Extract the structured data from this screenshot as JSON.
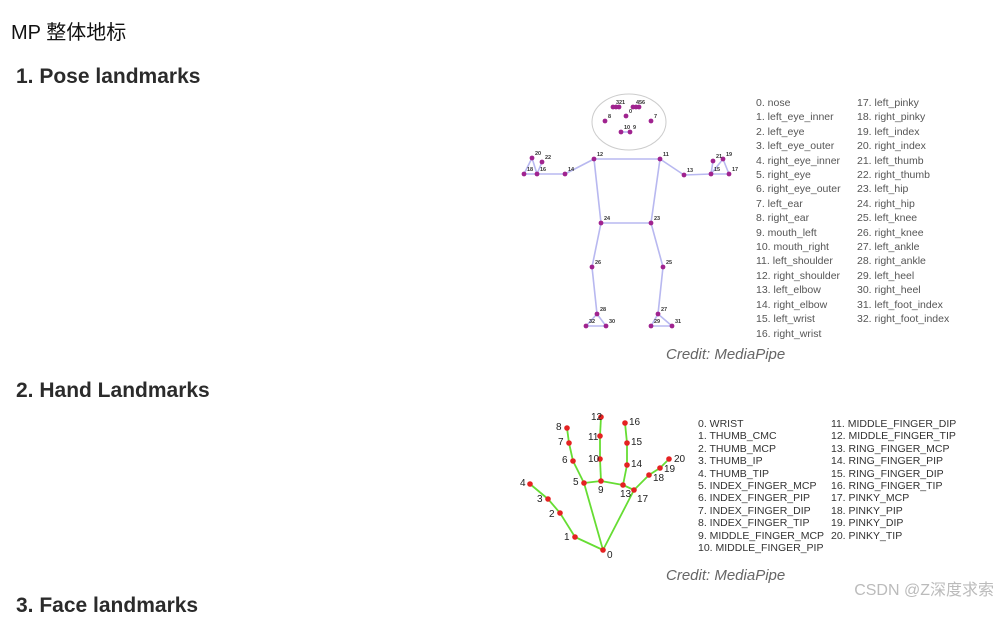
{
  "page": {
    "title": "MP 整体地标"
  },
  "sections": {
    "pose": {
      "heading": "1. Pose landmarks",
      "credit": "Credit: MediaPipe",
      "labels_col1": [
        "0. nose",
        "1. left_eye_inner",
        "2. left_eye",
        "3. left_eye_outer",
        "4. right_eye_inner",
        "5. right_eye",
        "6. right_eye_outer",
        "7. left_ear",
        "8. right_ear",
        "9. mouth_left",
        "10. mouth_right",
        "11. left_shoulder",
        "12. right_shoulder",
        "13. left_elbow",
        "14. right_elbow",
        "15. left_wrist",
        "16. right_wrist"
      ],
      "labels_col2": [
        "17. left_pinky",
        "18. right_pinky",
        "19. left_index",
        "20. right_index",
        "21. left_thumb",
        "22. right_thumb",
        "23. left_hip",
        "24. right_hip",
        "25. left_knee",
        "26. right_knee",
        "27. left_ankle",
        "28. right_ankle",
        "29. left_heel",
        "30. right_heel",
        "31. left_foot_index",
        "32. right_foot_index"
      ]
    },
    "hand": {
      "heading": "2. Hand Landmarks",
      "credit": "Credit: MediaPipe",
      "labels_col1": [
        "0. WRIST",
        "1. THUMB_CMC",
        "2. THUMB_MCP",
        "3. THUMB_IP",
        "4. THUMB_TIP",
        "5. INDEX_FINGER_MCP",
        "6. INDEX_FINGER_PIP",
        "7. INDEX_FINGER_DIP",
        "8. INDEX_FINGER_TIP",
        "9. MIDDLE_FINGER_MCP",
        "10. MIDDLE_FINGER_PIP"
      ],
      "labels_col2": [
        "11. MIDDLE_FINGER_DIP",
        "12. MIDDLE_FINGER_TIP",
        "13. RING_FINGER_MCP",
        "14. RING_FINGER_PIP",
        "15. RING_FINGER_DIP",
        "16. RING_FINGER_TIP",
        "17. PINKY_MCP",
        "18. PINKY_PIP",
        "19. PINKY_DIP",
        "20. PINKY_TIP"
      ]
    },
    "face": {
      "heading": "3. Face landmarks"
    }
  },
  "watermark": "CSDN @Z深度求索",
  "colors": {
    "pose_line": "#b8b8f0",
    "pose_point": "#a0238f",
    "hand_line": "#66dd33",
    "hand_point": "#e52222"
  }
}
